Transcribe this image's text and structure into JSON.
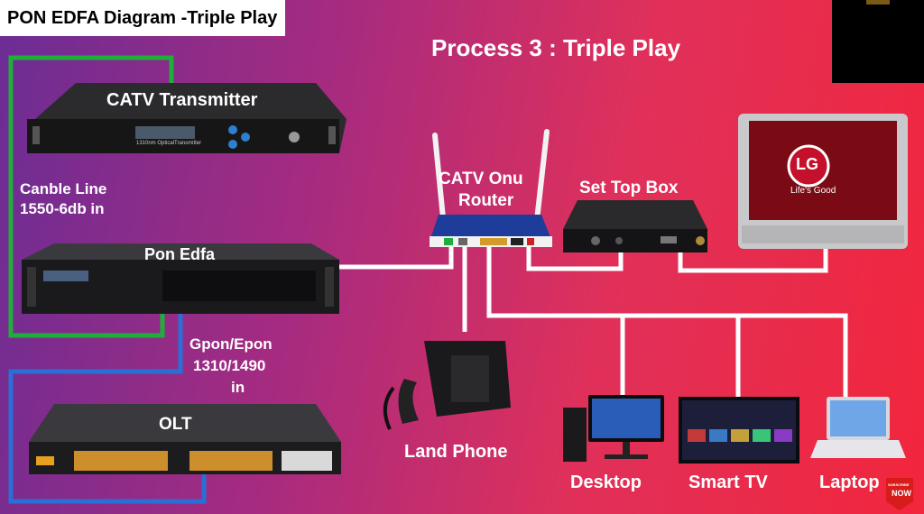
{
  "header": {
    "title": "PON EDFA Diagram -Triple Play",
    "process_title": "Process 3 : Triple Play"
  },
  "devices": {
    "catv_transmitter": "CATV Transmitter",
    "transmitter_panel_text": "1310nm OpticalTransmitter",
    "pon_edfa": "Pon Edfa",
    "olt": "OLT",
    "router_line1": "CATV Onu",
    "router_line2": "Router",
    "set_top_box": "Set Top Box",
    "tv_brand": "LG",
    "tv_slogan": "Life's Good",
    "land_phone": "Land Phone",
    "desktop": "Desktop",
    "smart_tv": "Smart TV",
    "laptop": "Laptop"
  },
  "links": {
    "cable_line_1": "Canble Line",
    "cable_line_2": "1550-6db in",
    "gpon_1": "Gpon/Epon",
    "gpon_2": "1310/1490",
    "gpon_3": "in"
  },
  "badge": {
    "line1": "SUBSCRIBE",
    "line2": "NOW"
  },
  "colors": {
    "catv_fiber": "#1fae3a",
    "pon_fiber": "#2a6fd6",
    "ethernet": "#ffffff",
    "gradient_start": "#6b2d95",
    "gradient_end": "#f2263c"
  }
}
